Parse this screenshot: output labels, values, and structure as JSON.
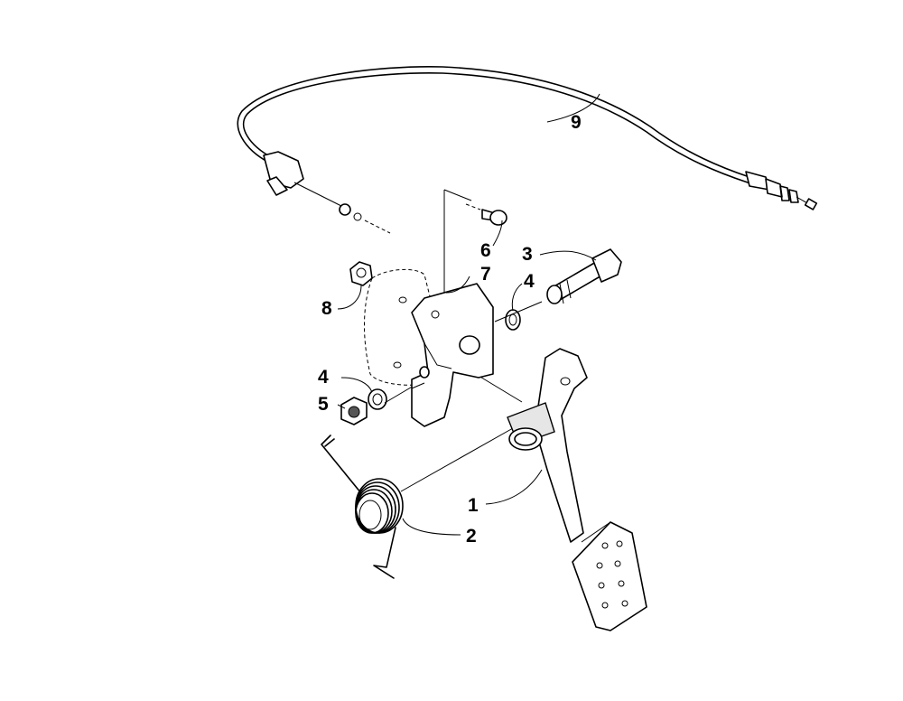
{
  "callouts": {
    "c1": "1",
    "c2": "2",
    "c3": "3",
    "c4a": "4",
    "c4b": "4",
    "c5": "5",
    "c6": "6",
    "c7": "7",
    "c8": "8",
    "c9": "9"
  },
  "parts": [
    {
      "number": "1",
      "part": "pedal-arm"
    },
    {
      "number": "2",
      "part": "torsion-spring"
    },
    {
      "number": "3",
      "part": "pivot-bolt"
    },
    {
      "number": "4",
      "part": "washer"
    },
    {
      "number": "5",
      "part": "lock-nut"
    },
    {
      "number": "6",
      "part": "screw"
    },
    {
      "number": "7",
      "part": "mounting-bracket"
    },
    {
      "number": "8",
      "part": "nut"
    },
    {
      "number": "9",
      "part": "throttle-cable"
    }
  ]
}
